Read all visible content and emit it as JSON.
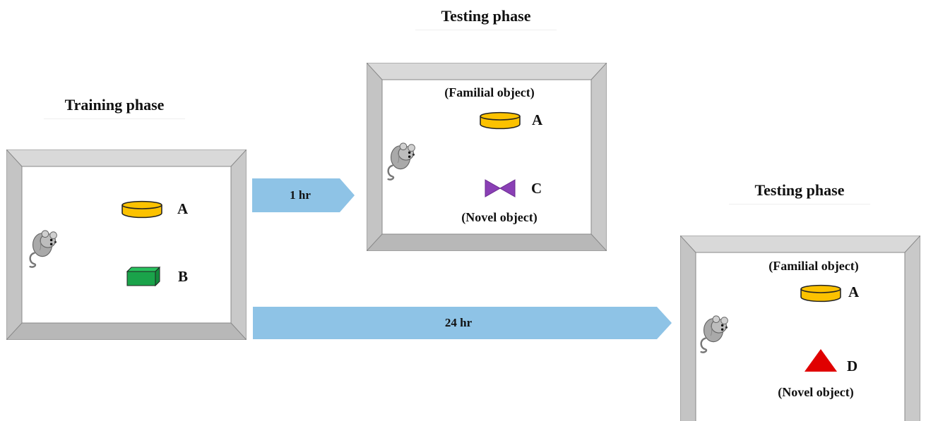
{
  "titles": {
    "training": "Training phase",
    "testing_1hr": "Testing phase",
    "testing_24hr": "Testing phase"
  },
  "arrows": {
    "short": "1 hr",
    "long": "24 hr"
  },
  "training_arena": {
    "object_a_letter": "A",
    "object_b_letter": "B"
  },
  "test1_arena": {
    "familiar_label": "(Familial object)",
    "novel_label": "(Novel object)",
    "object_a_letter": "A",
    "object_c_letter": "C"
  },
  "test2_arena": {
    "familiar_label": "(Familial object)",
    "novel_label": "(Novel object)",
    "object_a_letter": "A",
    "object_d_letter": "D"
  },
  "colors": {
    "arrow": "#8ec3e6",
    "cylinder": "#fcc200",
    "box": "#1aa34a",
    "bowtie": "#8a3fb5",
    "triangle": "#e00000",
    "frame": "#c8c8c8"
  }
}
